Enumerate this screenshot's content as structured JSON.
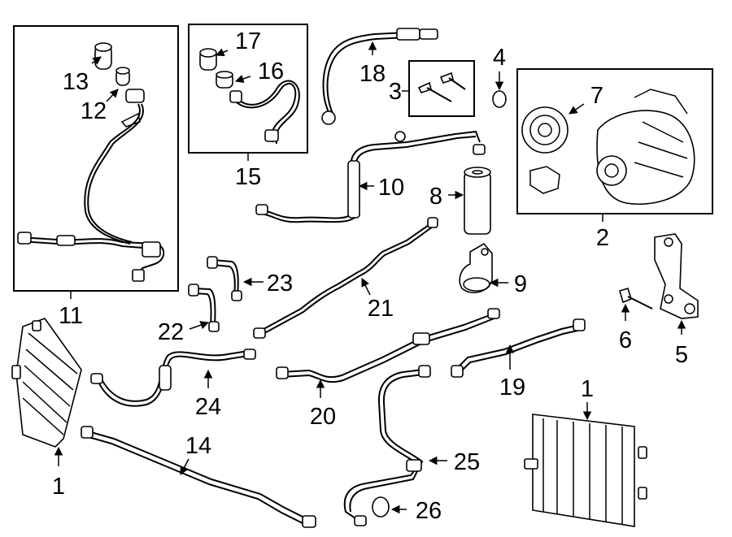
{
  "callouts": {
    "c1a": "1",
    "c1b": "1",
    "c2": "2",
    "c3": "3",
    "c4": "4",
    "c5": "5",
    "c6": "6",
    "c7": "7",
    "c8": "8",
    "c9": "9",
    "c10": "10",
    "c11": "11",
    "c12": "12",
    "c13": "13",
    "c14": "14",
    "c15": "15",
    "c16": "16",
    "c17": "17",
    "c18": "18",
    "c19": "19",
    "c20": "20",
    "c21": "21",
    "c22": "22",
    "c23": "23",
    "c24": "24",
    "c25": "25",
    "c26": "26"
  }
}
